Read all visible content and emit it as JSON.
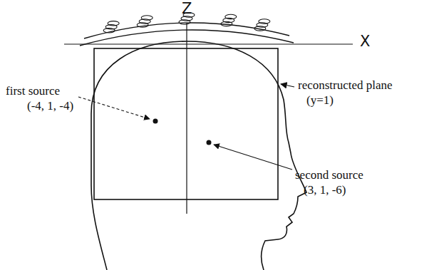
{
  "diagram": {
    "labels": [
      "Z",
      "X",
      "first source",
      "(-4, 1, -4)",
      "reconstructed plane",
      "(y=1)",
      "second source",
      "(3, 1, -6)"
    ]
  }
}
